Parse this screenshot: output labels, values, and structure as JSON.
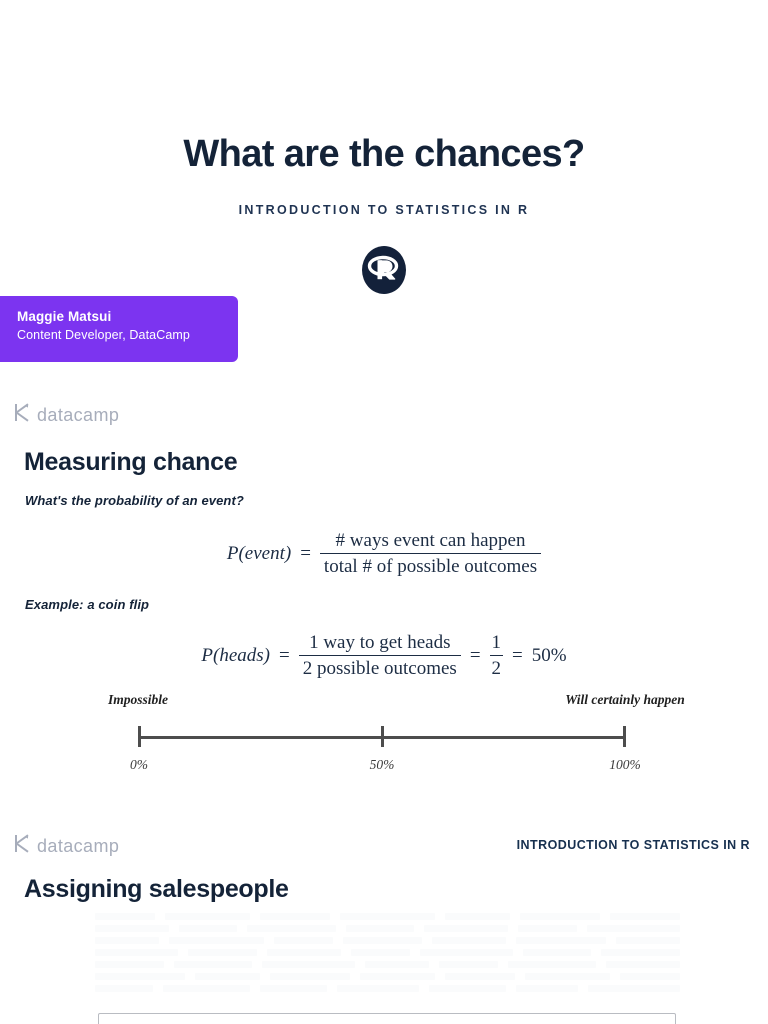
{
  "slide1": {
    "title": "What are the chances?",
    "subtitle": "INTRODUCTION TO STATISTICS IN R",
    "logo_icon": "r-language-logo",
    "author": {
      "name": "Maggie Matsui",
      "role": "Content Developer, DataCamp"
    },
    "brand": "datacamp",
    "brand_icon": "datacamp-logo-mark"
  },
  "slide2": {
    "title": "Measuring chance",
    "question": "What's the probability of an event?",
    "formula1": {
      "lhs": "P(event)",
      "equals": "=",
      "numerator": "# ways event can happen",
      "denominator": "total # of possible outcomes"
    },
    "example_label": "Example: a coin flip",
    "formula2": {
      "lhs": "P(heads)",
      "equals": "=",
      "numerator": "1 way to get heads",
      "denominator": "2 possible outcomes",
      "equals2": "=",
      "frac_num": "1",
      "frac_den": "2",
      "equals3": "=",
      "result": "50%"
    },
    "scale": {
      "left_caption": "Impossible",
      "right_caption": "Will certainly happen",
      "ticks": [
        {
          "label": "0%",
          "value": 0
        },
        {
          "label": "50%",
          "value": 50
        },
        {
          "label": "100%",
          "value": 100
        }
      ]
    }
  },
  "slide3": {
    "brand": "datacamp",
    "brand_icon": "datacamp-logo-mark",
    "course": "INTRODUCTION TO STATISTICS IN R",
    "title": "Assigning salespeople"
  },
  "colors": {
    "navy": "#142338",
    "purple": "#7c34f0",
    "grey": "#a7adbb",
    "axis": "#4d4d4d"
  }
}
